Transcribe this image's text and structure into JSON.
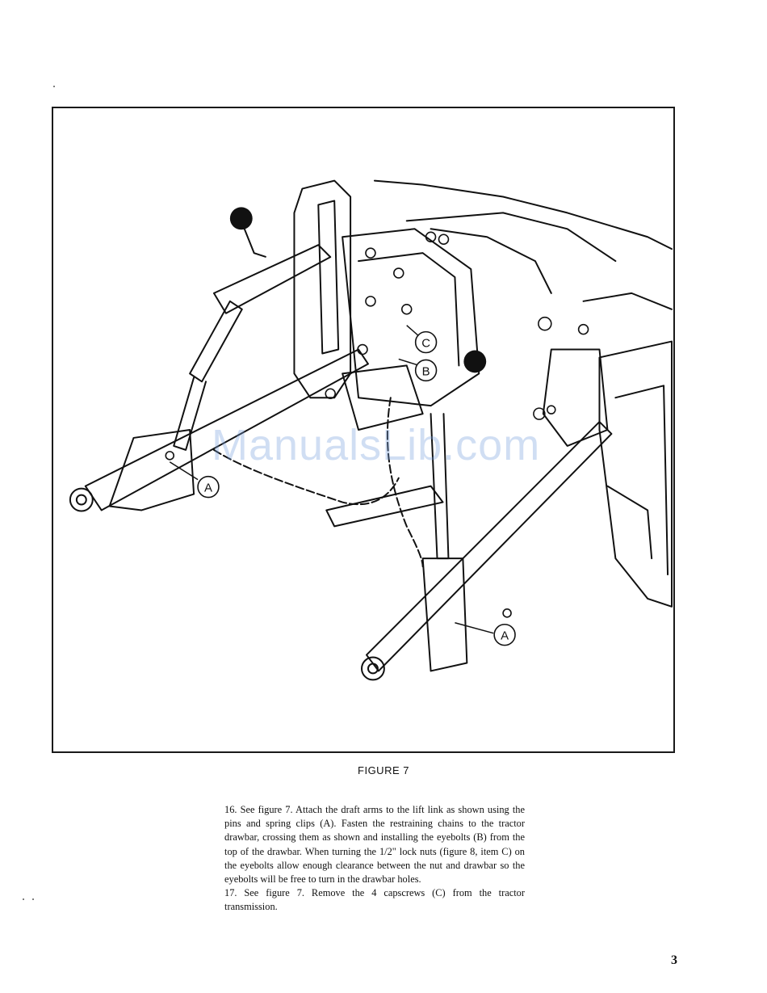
{
  "figure": {
    "caption": "FIGURE 7",
    "callouts": {
      "a1": "A",
      "a2": "A",
      "b": "B",
      "c": "C"
    }
  },
  "watermark": "ManualsLib.com",
  "paragraphs": [
    "16. See figure 7. Attach the draft arms to the lift link as shown using the pins and spring clips (A). Fasten the restraining chains to the tractor drawbar, crossing them as shown and installing the eyebolts (B) from the top of the drawbar. When turning the 1/2\" lock nuts (figure 8, item C) on the eyebolts allow enough clearance between the nut and drawbar so the eyebolts will be free to turn in the drawbar holes.",
    "17. See figure 7. Remove the 4 capscrews (C) from the tractor transmission."
  ],
  "page_number": "3"
}
